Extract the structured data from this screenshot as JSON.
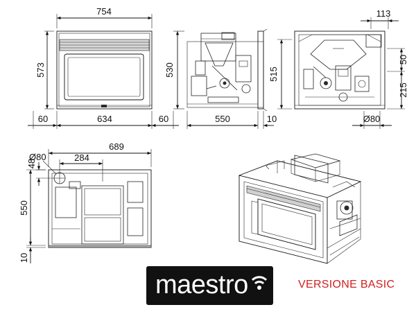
{
  "front_view": {
    "width_overall": "754",
    "height": "573",
    "side_left": "60",
    "width_inner": "634",
    "side_right": "60"
  },
  "side_view": {
    "height": "530",
    "depth": "550",
    "offset": "10"
  },
  "rear_view": {
    "top_right": "113",
    "height": "515",
    "right_upper": "50",
    "right_lower": "215",
    "pipe_diameter": "Ø80"
  },
  "top_view": {
    "pipe_diameter": "Ø80",
    "width": "689",
    "pipe_offset": "284",
    "left_upper": "48",
    "depth": "550",
    "bottom_offset": "10"
  },
  "brand": {
    "logo": "maestro",
    "version_label": "VERSIONE BASIC",
    "logo_color": "#111111",
    "version_color": "#d11f1f"
  }
}
